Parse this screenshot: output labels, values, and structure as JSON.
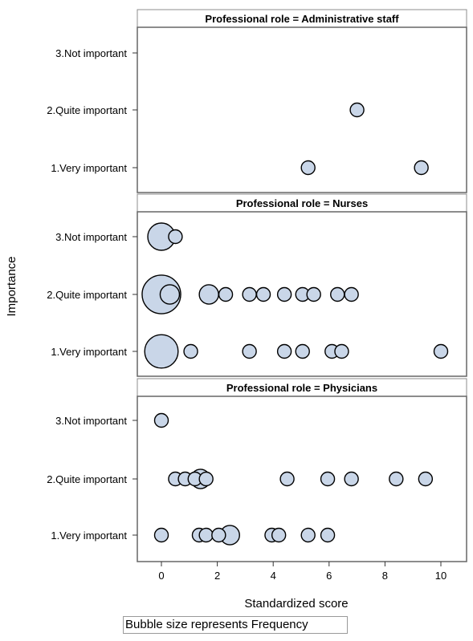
{
  "chart_data": {
    "type": "scatter",
    "subtype": "bubble",
    "xlabel": "Standardized score",
    "ylabel": "Importance",
    "xlim": [
      -0.8,
      10.7
    ],
    "x_ticks": [
      0,
      2,
      4,
      6,
      8,
      10
    ],
    "y_categories": [
      "3.Not important",
      "2.Quite important",
      "1.Very important"
    ],
    "footnote": "Bubble size represents Frequency",
    "bubble_color": "#c9d6e8",
    "bubble_stroke": "#000000",
    "grid": false,
    "panels": [
      {
        "title": "Professional role = Administrative staff",
        "points": [
          {
            "y": "2.Quite important",
            "x": 7.0,
            "size": 1
          },
          {
            "y": "1.Very important",
            "x": 5.25,
            "size": 1
          },
          {
            "y": "1.Very important",
            "x": 9.3,
            "size": 1
          }
        ]
      },
      {
        "title": "Professional role = Nurses",
        "points": [
          {
            "y": "3.Not important",
            "x": 0.0,
            "size": 4
          },
          {
            "y": "3.Not important",
            "x": 0.5,
            "size": 1
          },
          {
            "y": "2.Quite important",
            "x": 0.0,
            "size": 8
          },
          {
            "y": "2.Quite important",
            "x": 0.3,
            "size": 2
          },
          {
            "y": "2.Quite important",
            "x": 1.7,
            "size": 2
          },
          {
            "y": "2.Quite important",
            "x": 2.3,
            "size": 1
          },
          {
            "y": "2.Quite important",
            "x": 3.15,
            "size": 1
          },
          {
            "y": "2.Quite important",
            "x": 3.65,
            "size": 1
          },
          {
            "y": "2.Quite important",
            "x": 4.4,
            "size": 1
          },
          {
            "y": "2.Quite important",
            "x": 5.05,
            "size": 1
          },
          {
            "y": "2.Quite important",
            "x": 5.45,
            "size": 1
          },
          {
            "y": "2.Quite important",
            "x": 6.3,
            "size": 1
          },
          {
            "y": "2.Quite important",
            "x": 6.8,
            "size": 1
          },
          {
            "y": "1.Very important",
            "x": 0.0,
            "size": 6
          },
          {
            "y": "1.Very important",
            "x": 1.05,
            "size": 1
          },
          {
            "y": "1.Very important",
            "x": 3.15,
            "size": 1
          },
          {
            "y": "1.Very important",
            "x": 4.4,
            "size": 1
          },
          {
            "y": "1.Very important",
            "x": 5.05,
            "size": 1
          },
          {
            "y": "1.Very important",
            "x": 6.1,
            "size": 1
          },
          {
            "y": "1.Very important",
            "x": 6.45,
            "size": 1
          },
          {
            "y": "1.Very important",
            "x": 10.0,
            "size": 1
          }
        ]
      },
      {
        "title": "Professional role = Physicians",
        "points": [
          {
            "y": "3.Not important",
            "x": 0.0,
            "size": 1
          },
          {
            "y": "2.Quite important",
            "x": 0.5,
            "size": 1
          },
          {
            "y": "2.Quite important",
            "x": 0.85,
            "size": 1
          },
          {
            "y": "2.Quite important",
            "x": 1.2,
            "size": 1
          },
          {
            "y": "2.Quite important",
            "x": 1.4,
            "size": 2
          },
          {
            "y": "2.Quite important",
            "x": 1.6,
            "size": 1
          },
          {
            "y": "2.Quite important",
            "x": 4.5,
            "size": 1
          },
          {
            "y": "2.Quite important",
            "x": 5.95,
            "size": 1
          },
          {
            "y": "2.Quite important",
            "x": 6.8,
            "size": 1
          },
          {
            "y": "2.Quite important",
            "x": 8.4,
            "size": 1
          },
          {
            "y": "2.Quite important",
            "x": 9.45,
            "size": 1
          },
          {
            "y": "1.Very important",
            "x": 0.0,
            "size": 1
          },
          {
            "y": "1.Very important",
            "x": 1.35,
            "size": 1
          },
          {
            "y": "1.Very important",
            "x": 1.6,
            "size": 1
          },
          {
            "y": "1.Very important",
            "x": 2.05,
            "size": 1
          },
          {
            "y": "1.Very important",
            "x": 2.45,
            "size": 2
          },
          {
            "y": "1.Very important",
            "x": 3.95,
            "size": 1
          },
          {
            "y": "1.Very important",
            "x": 4.2,
            "size": 1
          },
          {
            "y": "1.Very important",
            "x": 5.25,
            "size": 1
          },
          {
            "y": "1.Very important",
            "x": 5.95,
            "size": 1
          }
        ]
      }
    ]
  }
}
